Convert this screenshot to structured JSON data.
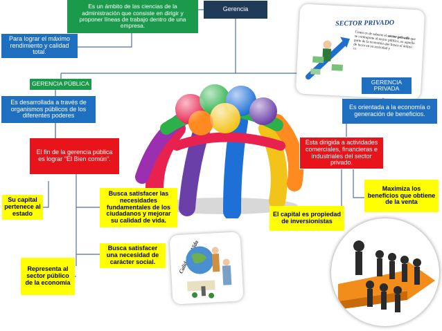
{
  "nodes": {
    "gerencia": "Gerencia",
    "ambito": "Es un ámbito de las ciencias de la administración que consiste en dirigir y proponer líneas de trabajo dentro de una empresa.",
    "maximo": "Para lograr el máximo rendimiento y calidad total.",
    "gerencia_publica": "GERENCIA PÚBLICA",
    "organismos": "Es desarrollada a través de organismos públicos de los diferentes poderes",
    "fin": "El fin de la gerencia pública es lograr \"El Bien común\".",
    "capital_estado": "Su capital pertenece al estado",
    "necesidades": "Busca satisfacer las necesidades fundamentales de los ciudadanos y mejorar su calidad de vida.",
    "necesidad_social": "Busca satisfacer una necesidad de carácter social.",
    "representa": "Representa al sector público de la economía",
    "gerencia_privada": "GERENCIA PRIVADA",
    "orientada": "Es orientada a la economía o generación de beneficios.",
    "dirigida": "Esta dirigida a actividades comerciales, financieras e industriales del sector privado.",
    "maximiza": "Maximiza los beneficios que obtiene de la venta",
    "capital_propiedad": "El capital es propiedad de inversionistas"
  },
  "sector_privado_card": {
    "title": "SECTOR PRIVADO",
    "line1": "Como es de saberse el",
    "bold1": "sector privado",
    "line2": "que se contrapone al sector público, es aquella parte de la economía que busca el ánimo de lucro en su actividad y",
    "line3": "co"
  },
  "calidad_card": {
    "label": "Calidad de Vida"
  },
  "colors": {
    "green": "#1a9a4a",
    "navy": "#1f3b57",
    "blue": "#1e6fbf",
    "red": "#e8141b",
    "yellow": "#ffff00",
    "line": "#4f6fa6"
  }
}
